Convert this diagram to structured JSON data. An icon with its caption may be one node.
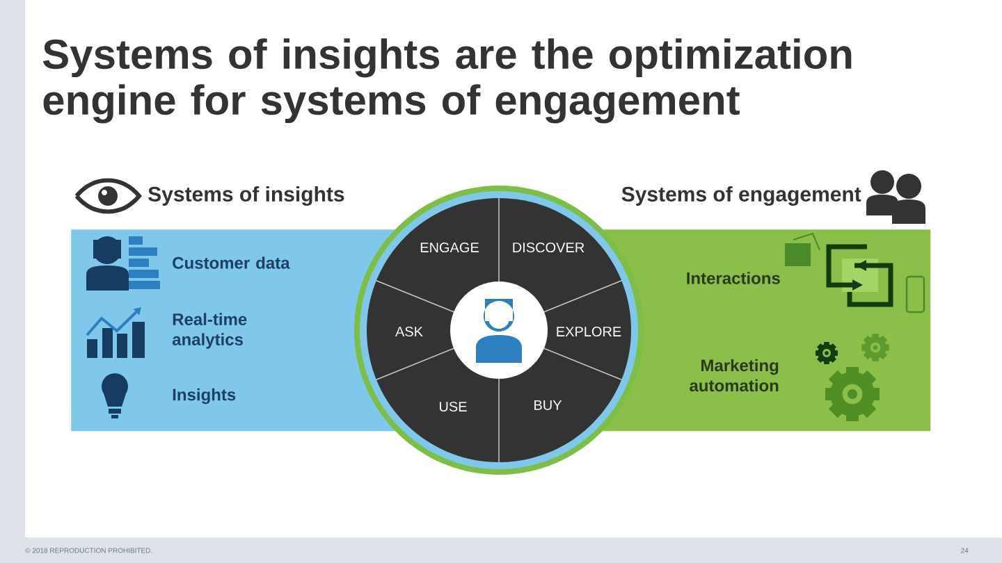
{
  "diagram": {
    "title": "Systems of insights are the optimization engine for systems of engagement",
    "nodes": [
      {
        "text": [
          "Systems of insights"
        ]
      },
      {
        "text": [
          "Customer data"
        ],
        "in": 0
      },
      {
        "text": [
          "Real-time analytics"
        ],
        "in": 0
      },
      {
        "text": [
          "Insights"
        ],
        "in": 0
      },
      {
        "text": [
          "Systems of engagement"
        ]
      },
      {
        "text": [
          "Interactions"
        ],
        "in": 4
      },
      {
        "text": [
          "Marketing automation"
        ],
        "in": 4
      },
      {
        "text": [],
        "shape": "circle"
      },
      {
        "text": [
          "ENGAGE"
        ],
        "in": 7
      },
      {
        "text": [
          "DISCOVER"
        ],
        "in": 7
      },
      {
        "text": [
          "ASK"
        ],
        "in": 7
      },
      {
        "text": [
          "EXPLORE"
        ],
        "in": 7
      },
      {
        "text": [
          "USE"
        ],
        "in": 7
      },
      {
        "text": [
          "BUY"
        ],
        "in": 7
      }
    ],
    "labels": [
      "© 2018 REPRODUCTION PROHIBITED.",
      "24"
    ]
  }
}
